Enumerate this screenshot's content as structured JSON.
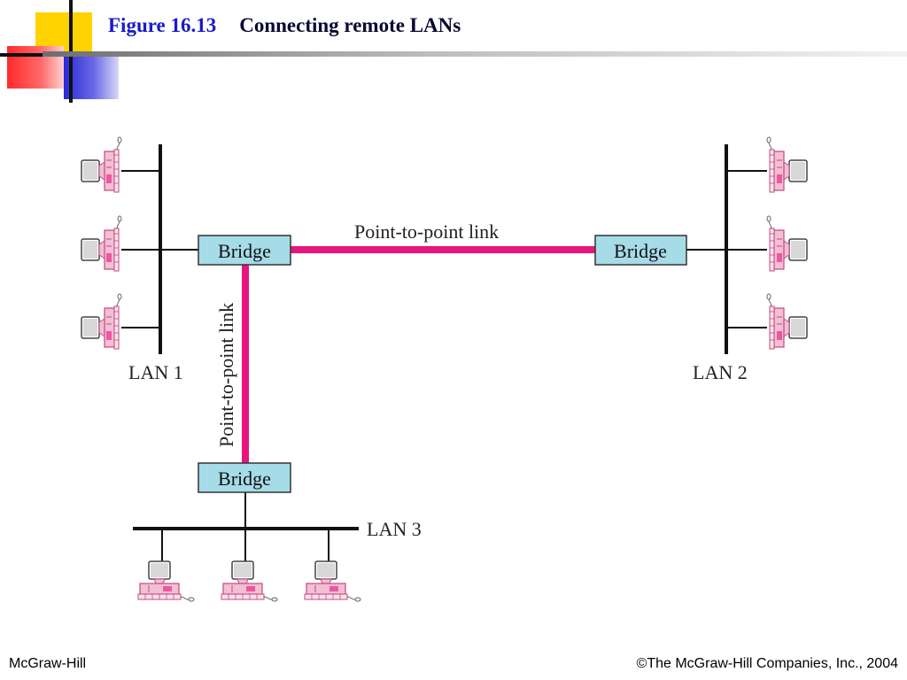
{
  "header": {
    "figure_number": "Figure 16.13",
    "figure_title": "Connecting remote LANs"
  },
  "diagram": {
    "lans": [
      {
        "label": "LAN 1",
        "stations": 3
      },
      {
        "label": "LAN 2",
        "stations": 3
      },
      {
        "label": "LAN 3",
        "stations": 3
      }
    ],
    "bridges": [
      {
        "label": "Bridge",
        "lan": "LAN 1"
      },
      {
        "label": "Bridge",
        "lan": "LAN 2"
      },
      {
        "label": "Bridge",
        "lan": "LAN 3"
      }
    ],
    "links": [
      {
        "label": "Point-to-point link",
        "from": "LAN 1 bridge",
        "to": "LAN 2 bridge"
      },
      {
        "label": "Point-to-point link",
        "from": "LAN 1 bridge",
        "to": "LAN 3 bridge"
      }
    ],
    "colors": {
      "bridge_fill": "#a6dbe8",
      "link": "#e8147d",
      "station_body": "#f2bfd4",
      "station_edge": "#c4487e"
    }
  },
  "footer": {
    "left": "McGraw-Hill",
    "right": "©The McGraw-Hill Companies, Inc., 2004"
  }
}
